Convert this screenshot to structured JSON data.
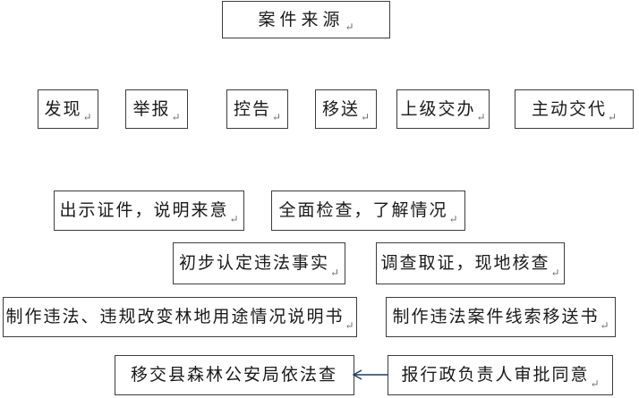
{
  "colors": {
    "background": "#ffffff",
    "box_fill": "#ffffff",
    "box_border": "#3d3d3d",
    "text": "#1a1a1a",
    "arrow": "#1f3b5e",
    "paragraph_mark": "#6b6b6b"
  },
  "diagram": {
    "nodes": {
      "source": {
        "label": "案件来源",
        "mark": "↵"
      },
      "discover": {
        "label": "发现",
        "mark": "↵"
      },
      "report": {
        "label": "举报",
        "mark": "↵"
      },
      "accuse": {
        "label": "控告",
        "mark": "↵"
      },
      "transfer": {
        "label": "移送",
        "mark": "↵"
      },
      "superior": {
        "label": "上级交办",
        "mark": "↵"
      },
      "confess": {
        "label": "主动交代",
        "mark": "↵"
      },
      "show_id": {
        "label": "出示证件，说明来意",
        "mark": "↵"
      },
      "inspect": {
        "label": "全面检查，了解情况",
        "mark": "↵"
      },
      "preliminary": {
        "label": "初步认定违法事实",
        "mark": "↵"
      },
      "evidence": {
        "label": "调查取证，现地核查",
        "mark": "↵"
      },
      "statement": {
        "label": "制作违法、违规改变林地用途情况说明书",
        "mark": "↵"
      },
      "clue": {
        "label": "制作违法案件线索移送书",
        "mark": "↵"
      },
      "police": {
        "label": "移交县森林公安局依法查",
        "mark": ""
      },
      "approval": {
        "label": "报行政负责人审批同意",
        "mark": "↵"
      }
    },
    "connectors": [
      {
        "from": "approval",
        "to": "police",
        "type": "arrow",
        "direction": "left"
      }
    ]
  }
}
